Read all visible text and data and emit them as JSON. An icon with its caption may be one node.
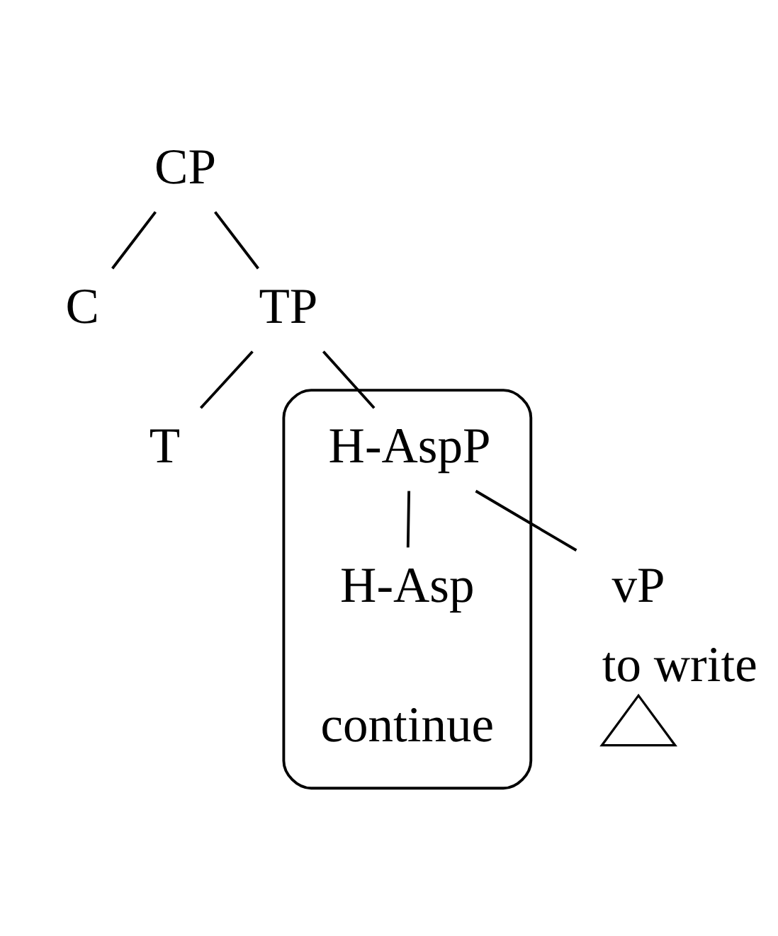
{
  "diagram": {
    "nodes": [
      {
        "text": [
          "CP"
        ]
      },
      {
        "text": [
          "C"
        ]
      },
      {
        "text": [
          "TP"
        ]
      },
      {
        "text": [
          "T"
        ]
      },
      {
        "text": [],
        "shape": "box"
      },
      {
        "text": [
          "H-AspP"
        ],
        "in": 4
      },
      {
        "text": [
          "H-Asp"
        ],
        "in": 4
      },
      {
        "text": [
          "continue"
        ],
        "in": 4
      },
      {
        "text": [
          "vP"
        ]
      },
      {
        "text": [],
        "shape": "triangle",
        "beside": [
          "to write"
        ]
      }
    ],
    "edges": [
      {
        "from": 0,
        "to": 1,
        "arrow": "none"
      },
      {
        "from": 0,
        "to": 2,
        "arrow": "none"
      },
      {
        "from": 2,
        "to": 3,
        "arrow": "none"
      },
      {
        "from": 2,
        "to": 5,
        "arrow": "none"
      },
      {
        "from": 5,
        "to": 6,
        "arrow": "none"
      },
      {
        "from": 5,
        "to": 8,
        "arrow": "none"
      }
    ]
  }
}
